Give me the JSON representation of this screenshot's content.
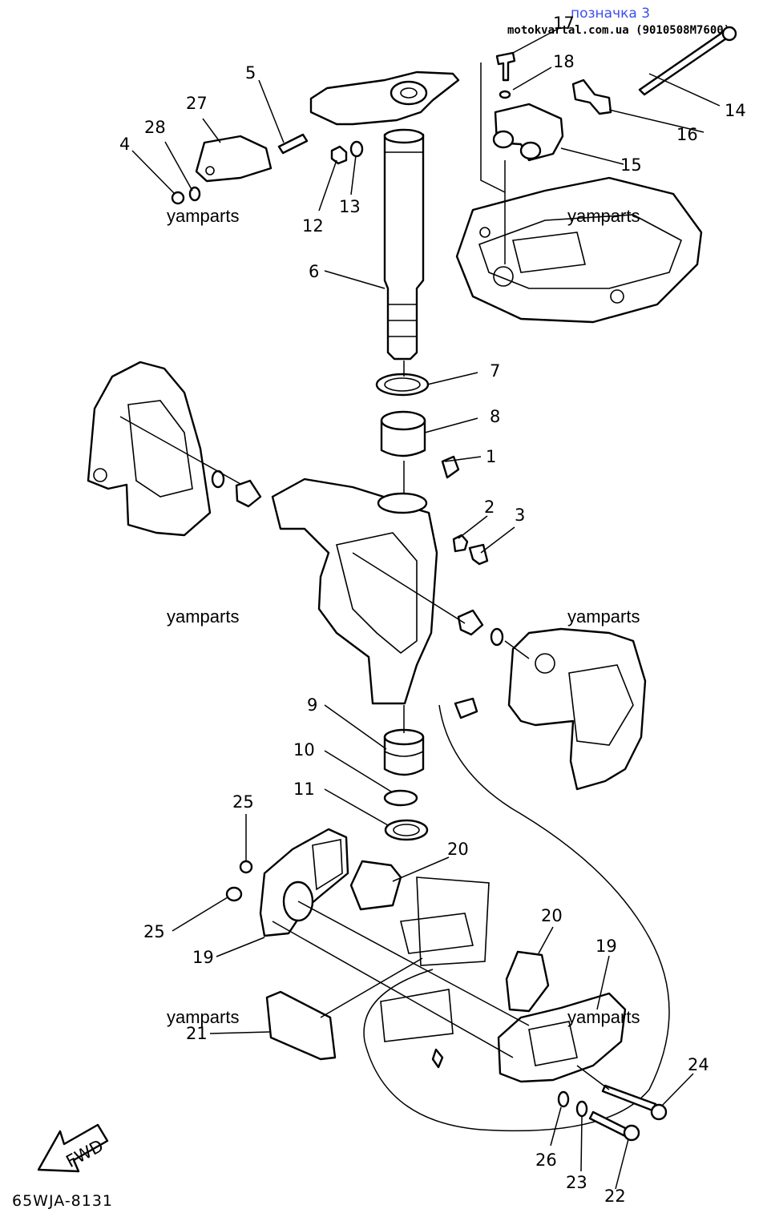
{
  "header": {
    "title": "позначка 3",
    "source": "motokvartal.com.ua (9010508M7600)"
  },
  "watermark": "yamparts",
  "diagram_code": "65WJA-8131",
  "fwd_label": "FWD",
  "callouts": [
    "1",
    "2",
    "3",
    "4",
    "5",
    "6",
    "7",
    "8",
    "9",
    "10",
    "11",
    "12",
    "13",
    "14",
    "15",
    "16",
    "17",
    "18",
    "19",
    "19",
    "20",
    "20",
    "21",
    "22",
    "23",
    "24",
    "25",
    "25",
    "26",
    "27",
    "28"
  ]
}
